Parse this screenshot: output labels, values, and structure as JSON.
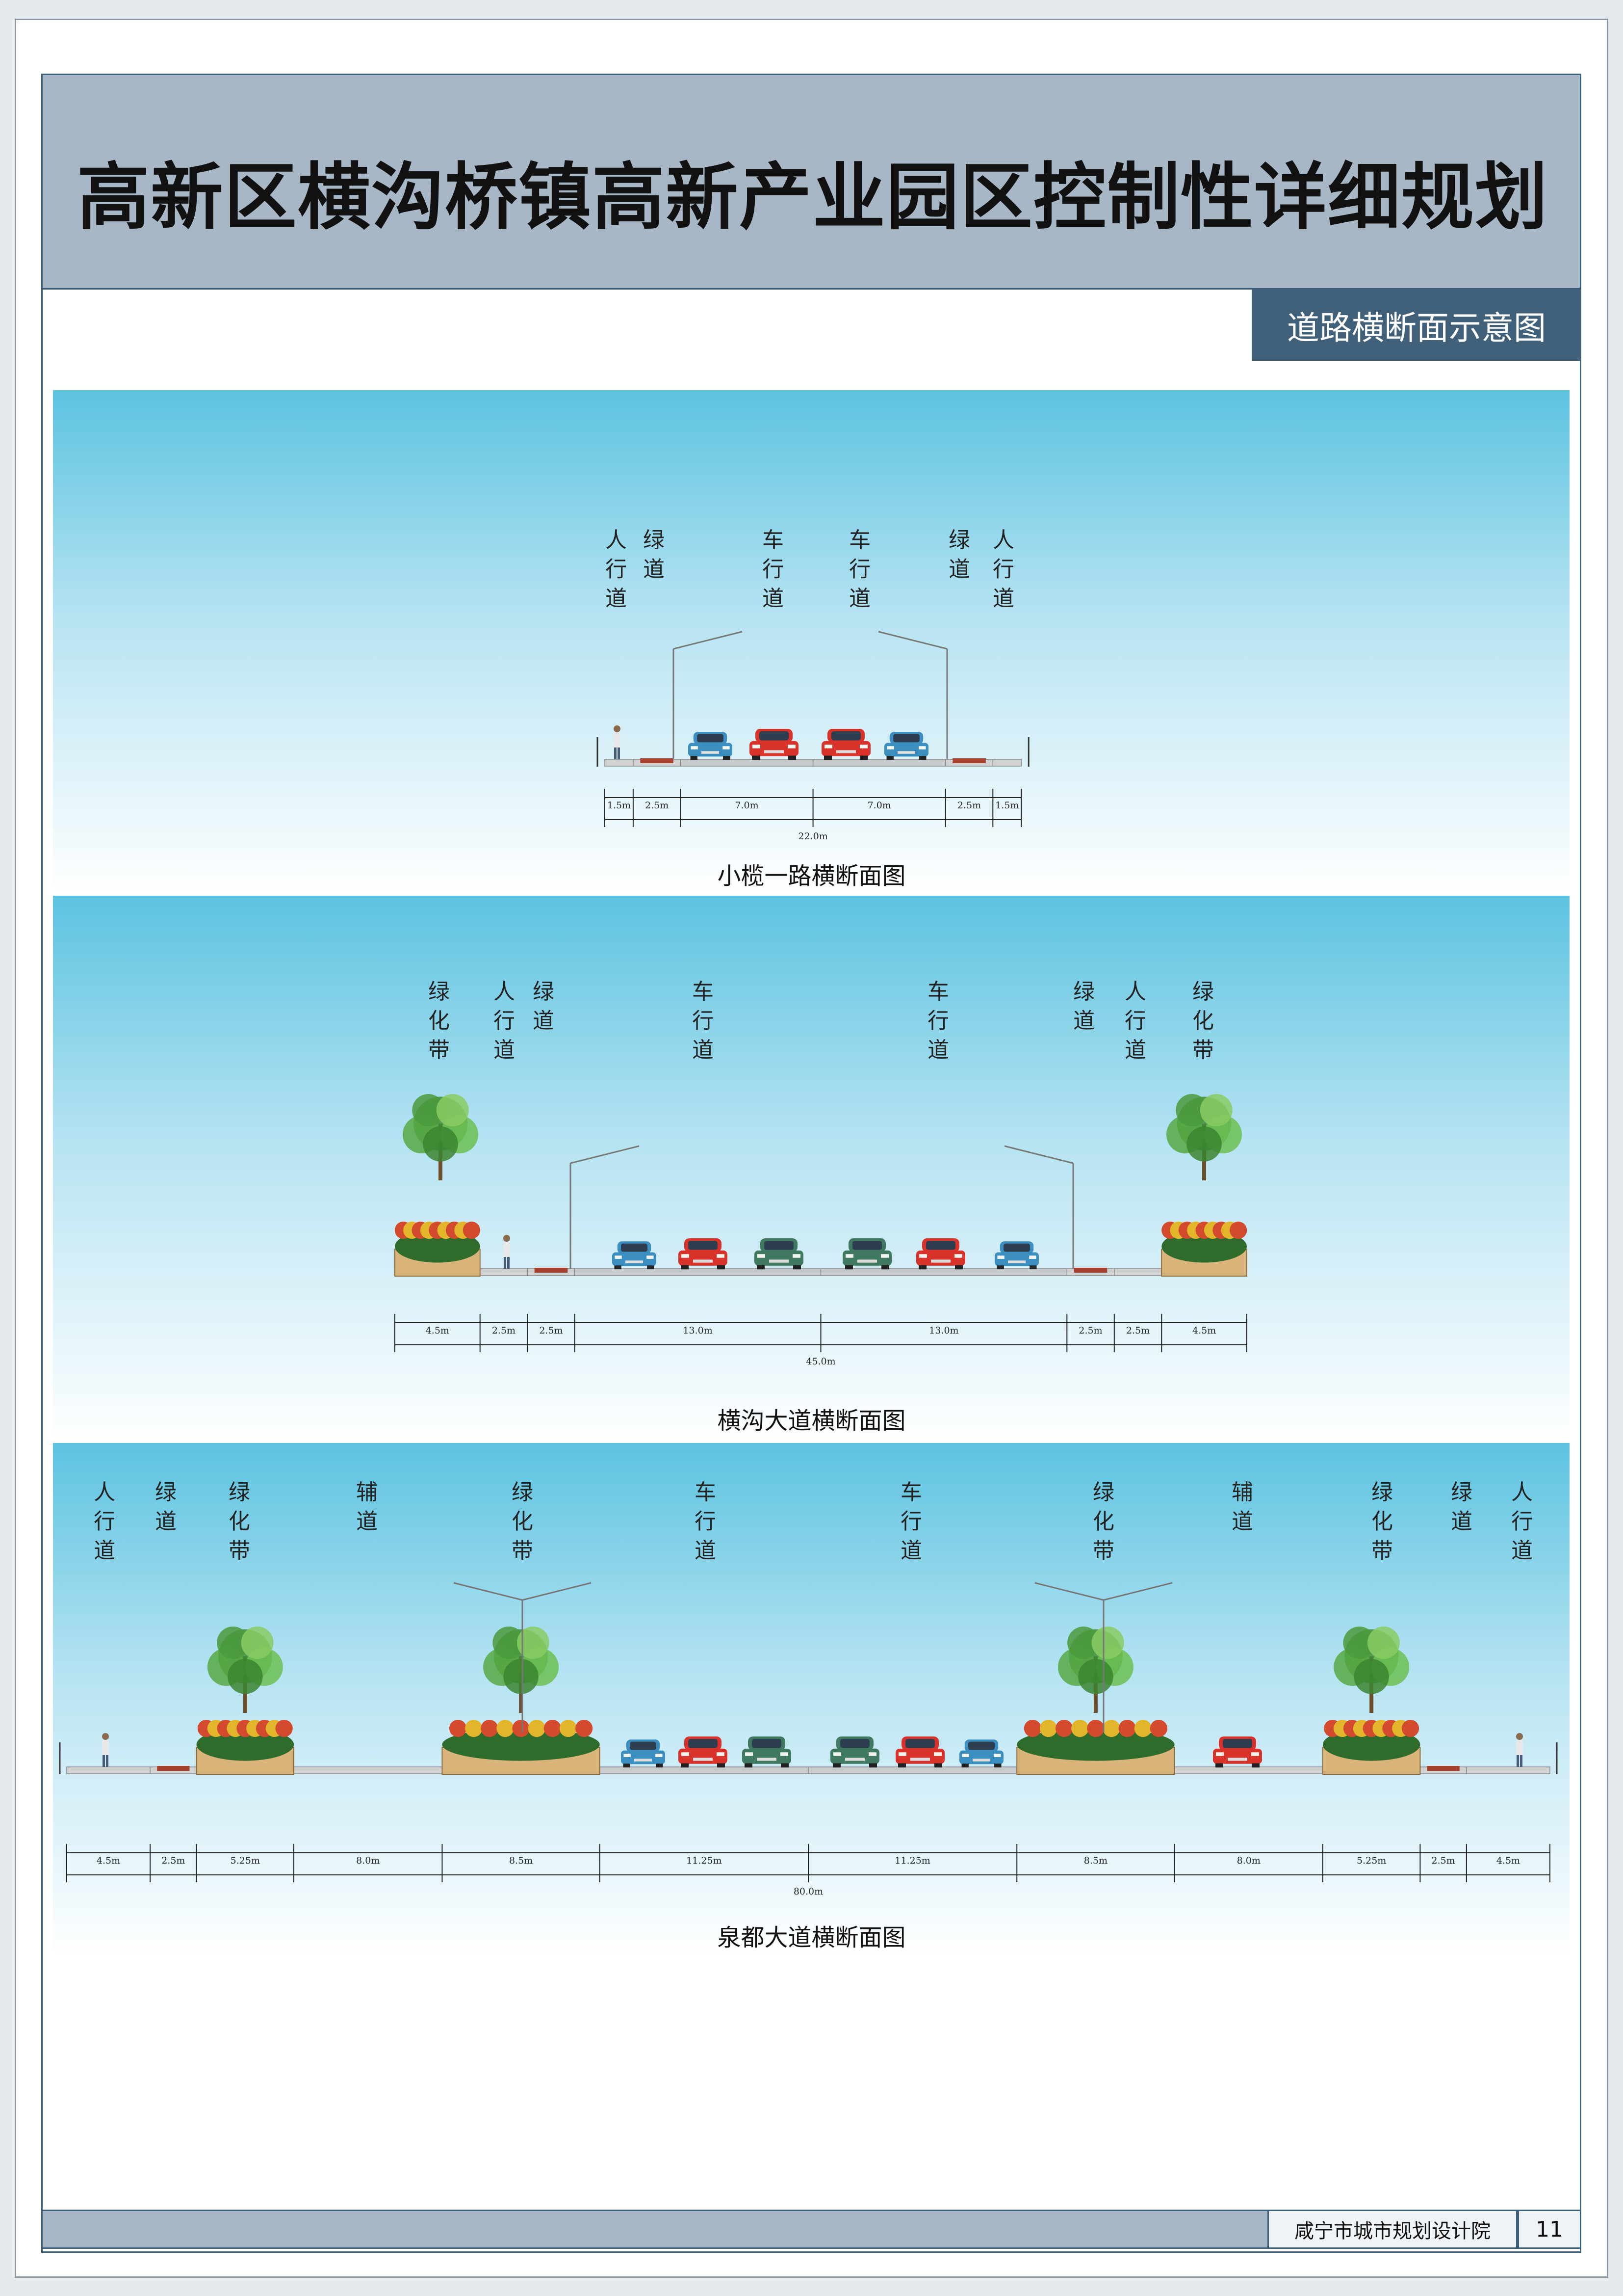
{
  "page": {
    "title": "高新区横沟桥镇高新产业园区控制性详细规划",
    "subtitle": "道路横断面示意图",
    "org": "咸宁市城市规划设计院",
    "page_number": "11"
  },
  "sections": [
    {
      "caption": "小榄一路横断面图",
      "labels": [
        "人行道",
        "绿道",
        "车行道",
        "车行道",
        "绿道",
        "人行道"
      ],
      "dims": [
        "1.5m",
        "2.5m",
        "7.0m",
        "7.0m",
        "2.5m",
        "1.5m"
      ],
      "total": "22.0m"
    },
    {
      "caption": "横沟大道横断面图",
      "labels": [
        "绿化带",
        "人行道",
        "绿道",
        "车行道",
        "车行道",
        "绿道",
        "人行道",
        "绿化带"
      ],
      "dims": [
        "4.5m",
        "2.5m",
        "2.5m",
        "13.0m",
        "13.0m",
        "2.5m",
        "2.5m",
        "4.5m"
      ],
      "total": "45.0m"
    },
    {
      "caption": "泉都大道横断面图",
      "labels": [
        "人行道",
        "绿道",
        "绿化带",
        "辅道",
        "绿化带",
        "车行道",
        "车行道",
        "绿化带",
        "辅道",
        "绿化带",
        "绿道",
        "人行道"
      ],
      "dims": [
        "4.5m",
        "2.5m",
        "5.25m",
        "8.0m",
        "8.5m",
        "11.25m",
        "11.25m",
        "8.5m",
        "8.0m",
        "5.25m",
        "2.5m",
        "4.5m"
      ],
      "total": "80.0m"
    }
  ]
}
